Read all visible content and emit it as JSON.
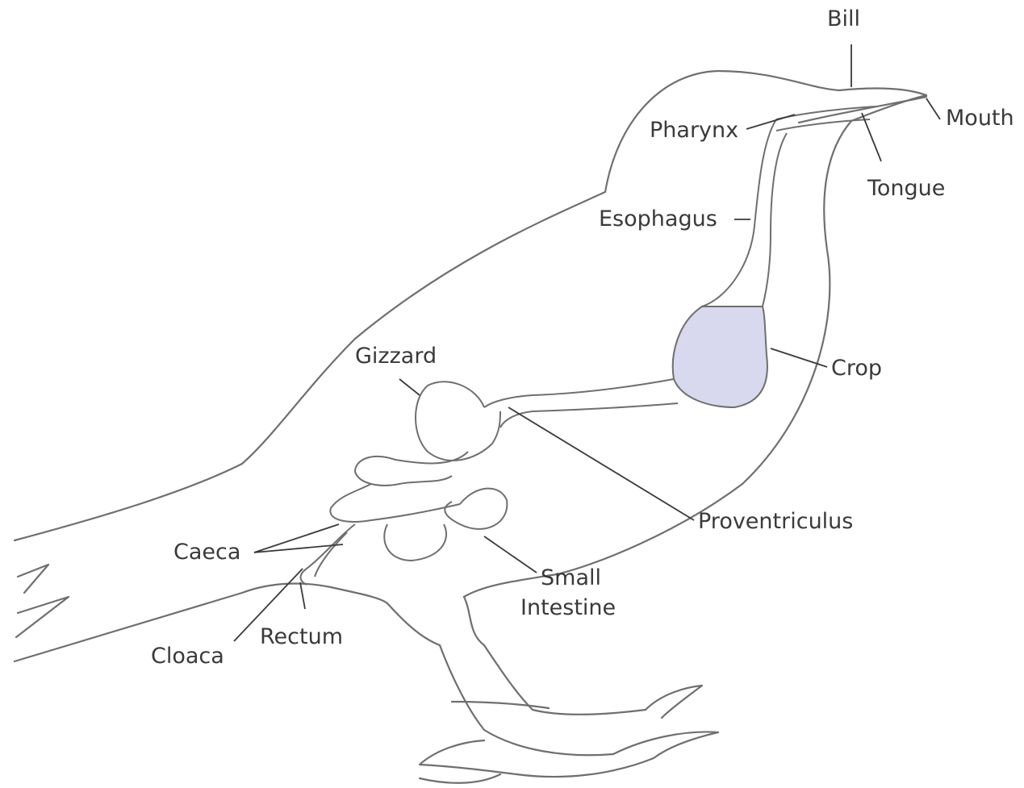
{
  "labels": {
    "bill": "Bill",
    "mouth": "Mouth",
    "pharynx": "Pharynx",
    "tongue": "Tongue",
    "esophagus": "Esophagus",
    "crop": "Crop",
    "gizzard": "Gizzard",
    "proventriculus": "Proventriculus",
    "caeca": "Caeca",
    "small_intestine_line1": "Small",
    "small_intestine_line2": "Intestine",
    "rectum": "Rectum",
    "cloaca": "Cloaca"
  },
  "colors": {
    "outline": "#6f6f6f",
    "label": "#3a3a3a",
    "crop_fill": "#d8d8ee"
  }
}
